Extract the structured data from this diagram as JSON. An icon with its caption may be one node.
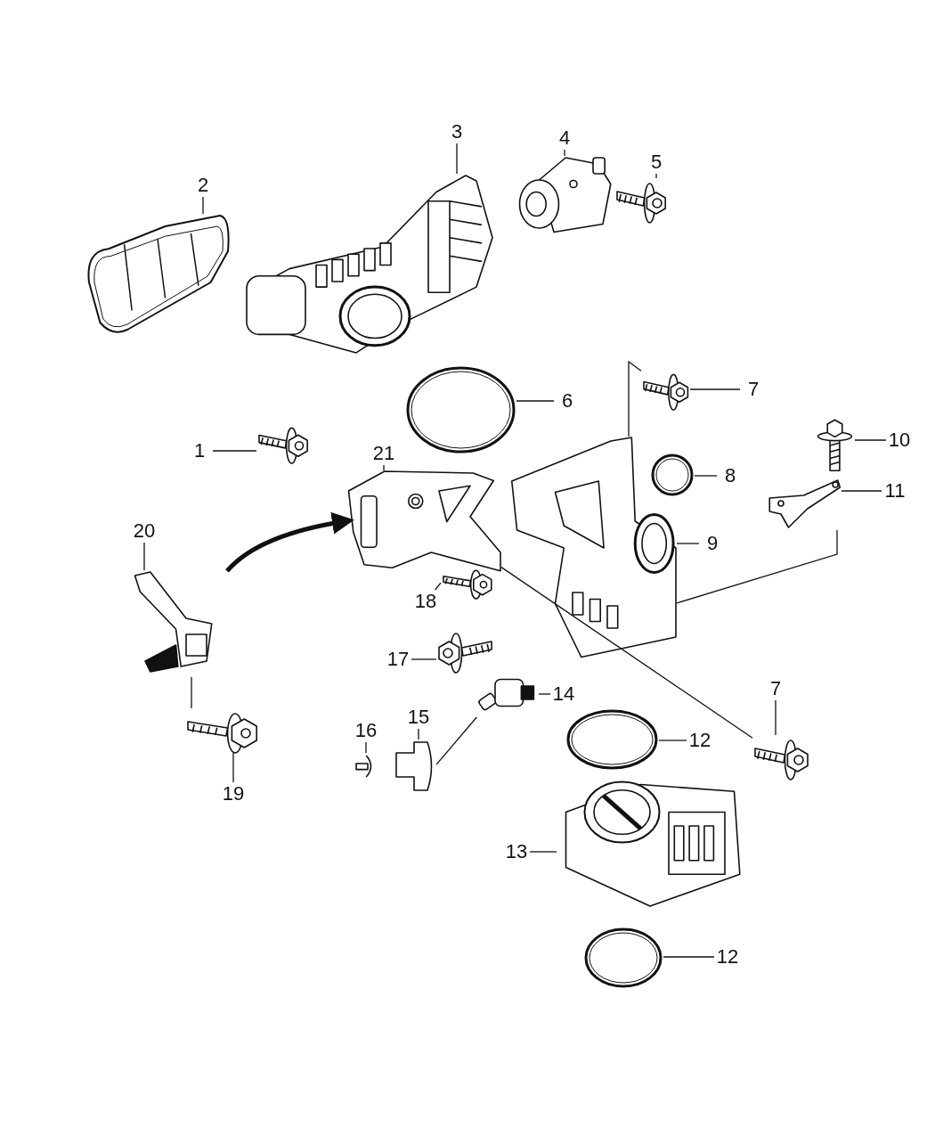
{
  "diagram": {
    "nodes": [
      {
        "text": [
          "1"
        ]
      },
      {
        "text": [
          "2"
        ]
      },
      {
        "text": [
          "3"
        ]
      },
      {
        "text": [
          "4"
        ]
      },
      {
        "text": [
          "5"
        ]
      },
      {
        "text": [
          "6"
        ]
      },
      {
        "text": [
          "7"
        ]
      },
      {
        "text": [
          "8"
        ]
      },
      {
        "text": [
          "9"
        ]
      },
      {
        "text": [
          "10"
        ]
      },
      {
        "text": [
          "11"
        ]
      },
      {
        "text": [
          "12"
        ]
      },
      {
        "text": [
          "13"
        ]
      },
      {
        "text": [
          "14"
        ]
      },
      {
        "text": [
          "15"
        ]
      },
      {
        "text": [
          "16"
        ]
      },
      {
        "text": [
          "17"
        ]
      },
      {
        "text": [
          "18"
        ]
      },
      {
        "text": [
          "19"
        ]
      },
      {
        "text": [
          "20"
        ]
      },
      {
        "text": [
          "21"
        ]
      },
      {
        "text": [
          "7"
        ]
      },
      {
        "text": [
          "12"
        ]
      },
      {
        "text": [],
        "shape": "picture"
      },
      {
        "text": [],
        "shape": "picture"
      },
      {
        "text": [],
        "shape": "picture"
      },
      {
        "text": [],
        "shape": "picture"
      },
      {
        "text": [],
        "shape": "picture"
      },
      {
        "text": [],
        "shape": "picture"
      },
      {
        "text": [],
        "shape": "picture"
      },
      {
        "text": [],
        "shape": "picture"
      },
      {
        "text": [],
        "shape": "picture"
      },
      {
        "text": [],
        "shape": "picture"
      },
      {
        "text": [],
        "shape": "picture"
      },
      {
        "text": [],
        "shape": "picture"
      },
      {
        "text": [],
        "shape": "picture"
      },
      {
        "text": [],
        "shape": "picture"
      },
      {
        "text": [],
        "shape": "picture"
      },
      {
        "text": [],
        "shape": "picture"
      },
      {
        "text": [],
        "shape": "picture"
      },
      {
        "text": [],
        "shape": "picture"
      },
      {
        "text": [],
        "shape": "picture"
      },
      {
        "text": [],
        "shape": "picture"
      },
      {
        "text": [],
        "shape": "picture"
      },
      {
        "text": [],
        "shape": "picture"
      },
      {
        "text": [],
        "shape": "picture"
      }
    ],
    "edges": [
      {
        "from": 0,
        "to": 23,
        "arrow": "none"
      },
      {
        "from": 1,
        "to": 24,
        "arrow": "none"
      },
      {
        "from": 2,
        "to": 25,
        "arrow": "none"
      },
      {
        "from": 3,
        "to": 26,
        "arrow": "none"
      },
      {
        "from": 4,
        "to": 27,
        "arrow": "none"
      },
      {
        "from": 5,
        "to": 28,
        "arrow": "none"
      },
      {
        "from": 6,
        "to": 29,
        "arrow": "none"
      },
      {
        "from": 7,
        "to": 30,
        "arrow": "none"
      },
      {
        "from": 8,
        "to": 31,
        "arrow": "none"
      },
      {
        "from": 9,
        "to": 32,
        "arrow": "none"
      },
      {
        "from": 10,
        "to": 33,
        "arrow": "none"
      },
      {
        "from": 11,
        "to": 34,
        "arrow": "none"
      },
      {
        "from": 12,
        "to": 35,
        "arrow": "none"
      },
      {
        "from": 13,
        "to": 36,
        "arrow": "none"
      },
      {
        "from": 14,
        "to": 37,
        "arrow": "none"
      },
      {
        "from": 15,
        "to": 38,
        "arrow": "none"
      },
      {
        "from": 16,
        "to": 39,
        "arrow": "none"
      },
      {
        "from": 17,
        "to": 40,
        "arrow": "none"
      },
      {
        "from": 18,
        "to": 41,
        "arrow": "none"
      },
      {
        "from": 19,
        "to": 42,
        "arrow": "none"
      },
      {
        "from": 20,
        "to": 43,
        "arrow": "none"
      },
      {
        "from": 21,
        "to": 44,
        "arrow": "none"
      },
      {
        "from": 22,
        "to": 45,
        "arrow": "none"
      },
      {
        "from": 29,
        "to": 31,
        "arrow": "none"
      },
      {
        "from": 33,
        "to": 31,
        "arrow": "none"
      },
      {
        "from": 44,
        "to": 43,
        "arrow": "none"
      },
      {
        "from": 41,
        "to": 42,
        "arrow": "none"
      },
      {
        "from": 36,
        "to": 37,
        "arrow": "none"
      },
      {
        "from": 42,
        "to": 43,
        "arrow": "to",
        "style": "thick"
      }
    ]
  }
}
